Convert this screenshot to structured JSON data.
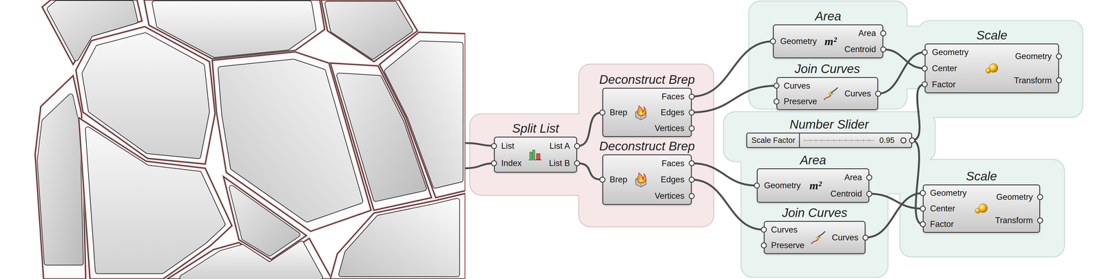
{
  "diagram": {
    "nodes": [
      {
        "text": [
          "Split List",
          "List",
          "Index",
          "List A",
          "List B"
        ]
      },
      {
        "text": [
          "Deconstruct Brep",
          "Brep",
          "Faces",
          "Edges",
          "Vertices"
        ]
      },
      {
        "text": [
          "Deconstruct Brep",
          "Brep",
          "Faces",
          "Edges",
          "Vertices"
        ]
      },
      {
        "text": [
          "Area",
          "Geometry",
          "m²",
          "Area",
          "Centroid"
        ]
      },
      {
        "text": [
          "Join Curves",
          "Curves",
          "Preserve",
          "Curves"
        ]
      },
      {
        "text": [
          "Scale",
          "Geometry",
          "Center",
          "Factor",
          "Geometry",
          "Transform"
        ]
      },
      {
        "text": [
          "Number Slider",
          "Scale Factor",
          "0.95"
        ]
      },
      {
        "text": [
          "Area",
          "Geometry",
          "m²",
          "Area",
          "Centroid"
        ]
      },
      {
        "text": [
          "Join Curves",
          "Curves",
          "Preserve",
          "Curves"
        ]
      },
      {
        "text": [
          "Scale",
          "Geometry",
          "Center",
          "Factor",
          "Geometry",
          "Transform"
        ]
      }
    ],
    "edges": [
      {
        "from": 0,
        "to": 1,
        "arrow": "none"
      },
      {
        "from": 0,
        "to": 2,
        "arrow": "none"
      },
      {
        "from": 1,
        "to": 3,
        "arrow": "none"
      },
      {
        "from": 1,
        "to": 4,
        "arrow": "none"
      },
      {
        "from": 3,
        "to": 5,
        "arrow": "none"
      },
      {
        "from": 4,
        "to": 5,
        "arrow": "none"
      },
      {
        "from": 6,
        "to": 5,
        "arrow": "none"
      },
      {
        "from": 2,
        "to": 7,
        "arrow": "none"
      },
      {
        "from": 2,
        "to": 8,
        "arrow": "none"
      },
      {
        "from": 7,
        "to": 9,
        "arrow": "none"
      },
      {
        "from": 8,
        "to": 9,
        "arrow": "none"
      },
      {
        "from": 6,
        "to": 9,
        "arrow": "none"
      }
    ]
  }
}
